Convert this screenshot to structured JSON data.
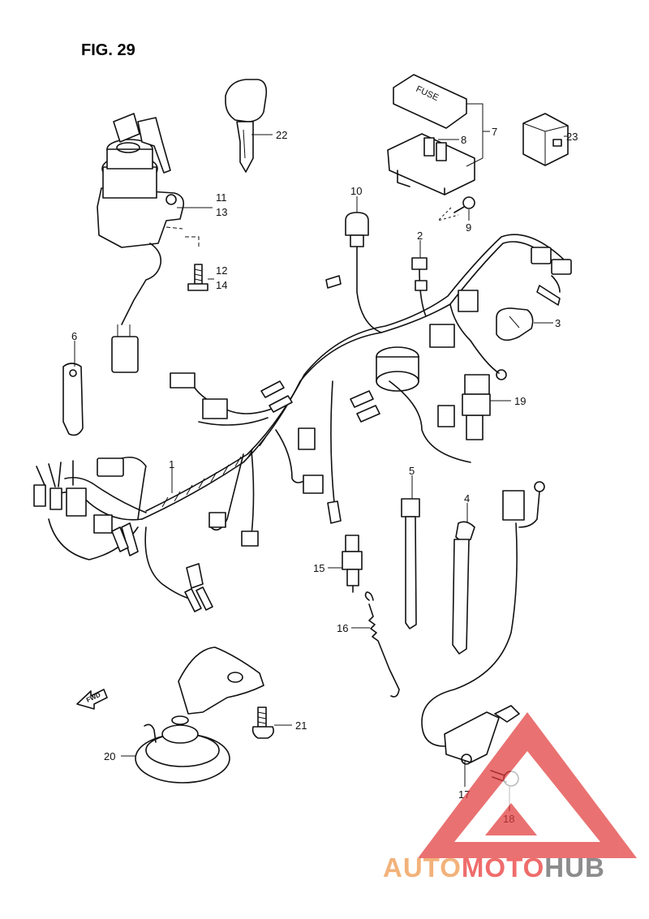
{
  "figure": {
    "title": "FIG. 29"
  },
  "fwd_label": "FWD",
  "fuse_label": "FUSE",
  "callouts": [
    "1",
    "2",
    "3",
    "4",
    "5",
    "6",
    "7",
    "8",
    "9",
    "10",
    "11",
    "12",
    "13",
    "14",
    "15",
    "16",
    "17",
    "18",
    "19",
    "20",
    "21",
    "22",
    "23"
  ],
  "watermark": {
    "part1": "AUTO",
    "part2": "MOTO",
    "part3": "HUB",
    "color1": "#f2b27a",
    "color2": "#ef6c6c",
    "color3": "#8c8c8c",
    "triangle_color": "#e23b3b"
  }
}
